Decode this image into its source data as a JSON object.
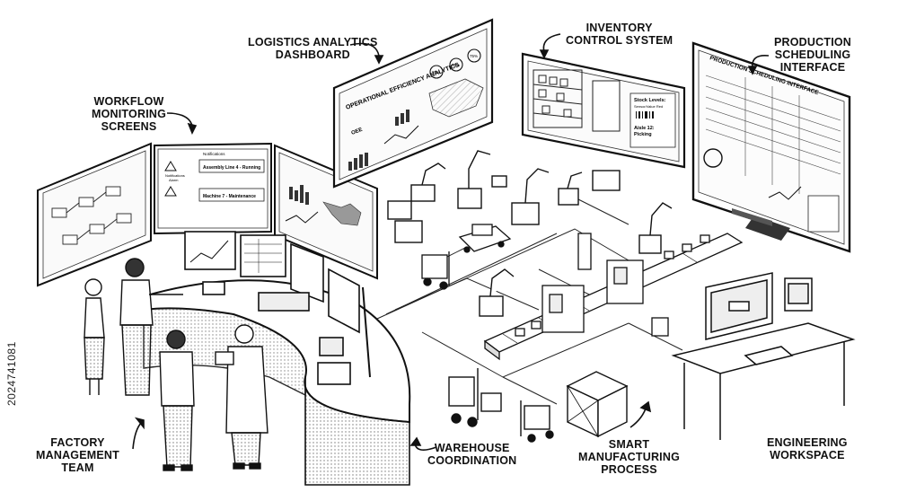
{
  "labels": {
    "logistics": [
      "LOGISTICS ANALYTICS",
      "DASHBOARD"
    ],
    "inventory": [
      "INVENTORY",
      "CONTROL SYSTEM"
    ],
    "production": [
      "PRODUCTION",
      "SCHEDULING",
      "INTERFACE"
    ],
    "workflow": [
      "WORKFLOW",
      "MONITORING",
      "SCREENS"
    ],
    "factory": [
      "FACTORY",
      "MANAGEMENT",
      "TEAM"
    ],
    "warehouse": [
      "WAREHOUSE",
      "COORDINATION"
    ],
    "smart": [
      "SMART",
      "MANUFACTURING",
      "PROCESS"
    ],
    "engineering": [
      "ENGINEERING",
      "WORKSPACE"
    ]
  },
  "screens": {
    "operational_title": "OPERATIONAL EFFICIENCY ANALYTICS",
    "oee": "OEE",
    "kpi_values": [
      "85%",
      "65%",
      "75%"
    ],
    "notifications_title": "Notifications",
    "assembly_line": "Assembly Line 4 - Running",
    "machine_maint": "Machine 7 - Maintenance",
    "notif_a": "Notifications",
    "notif_b": "Alarm",
    "production_title": "PRODUCTION SCHEDULING INTERFACE",
    "stock_levels": "Stock Levels:",
    "stock_sub": "Sensor/Value Red",
    "aisle": "Aisle 12:",
    "aisle_sub": "Picking"
  },
  "watermark_id": "2024741081"
}
